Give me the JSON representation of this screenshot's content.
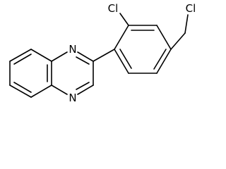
{
  "molecule": {
    "atoms": {
      "n_upper": "N",
      "n_lower": "N",
      "cl_ortho": "Cl",
      "cl_para": "Cl"
    }
  }
}
